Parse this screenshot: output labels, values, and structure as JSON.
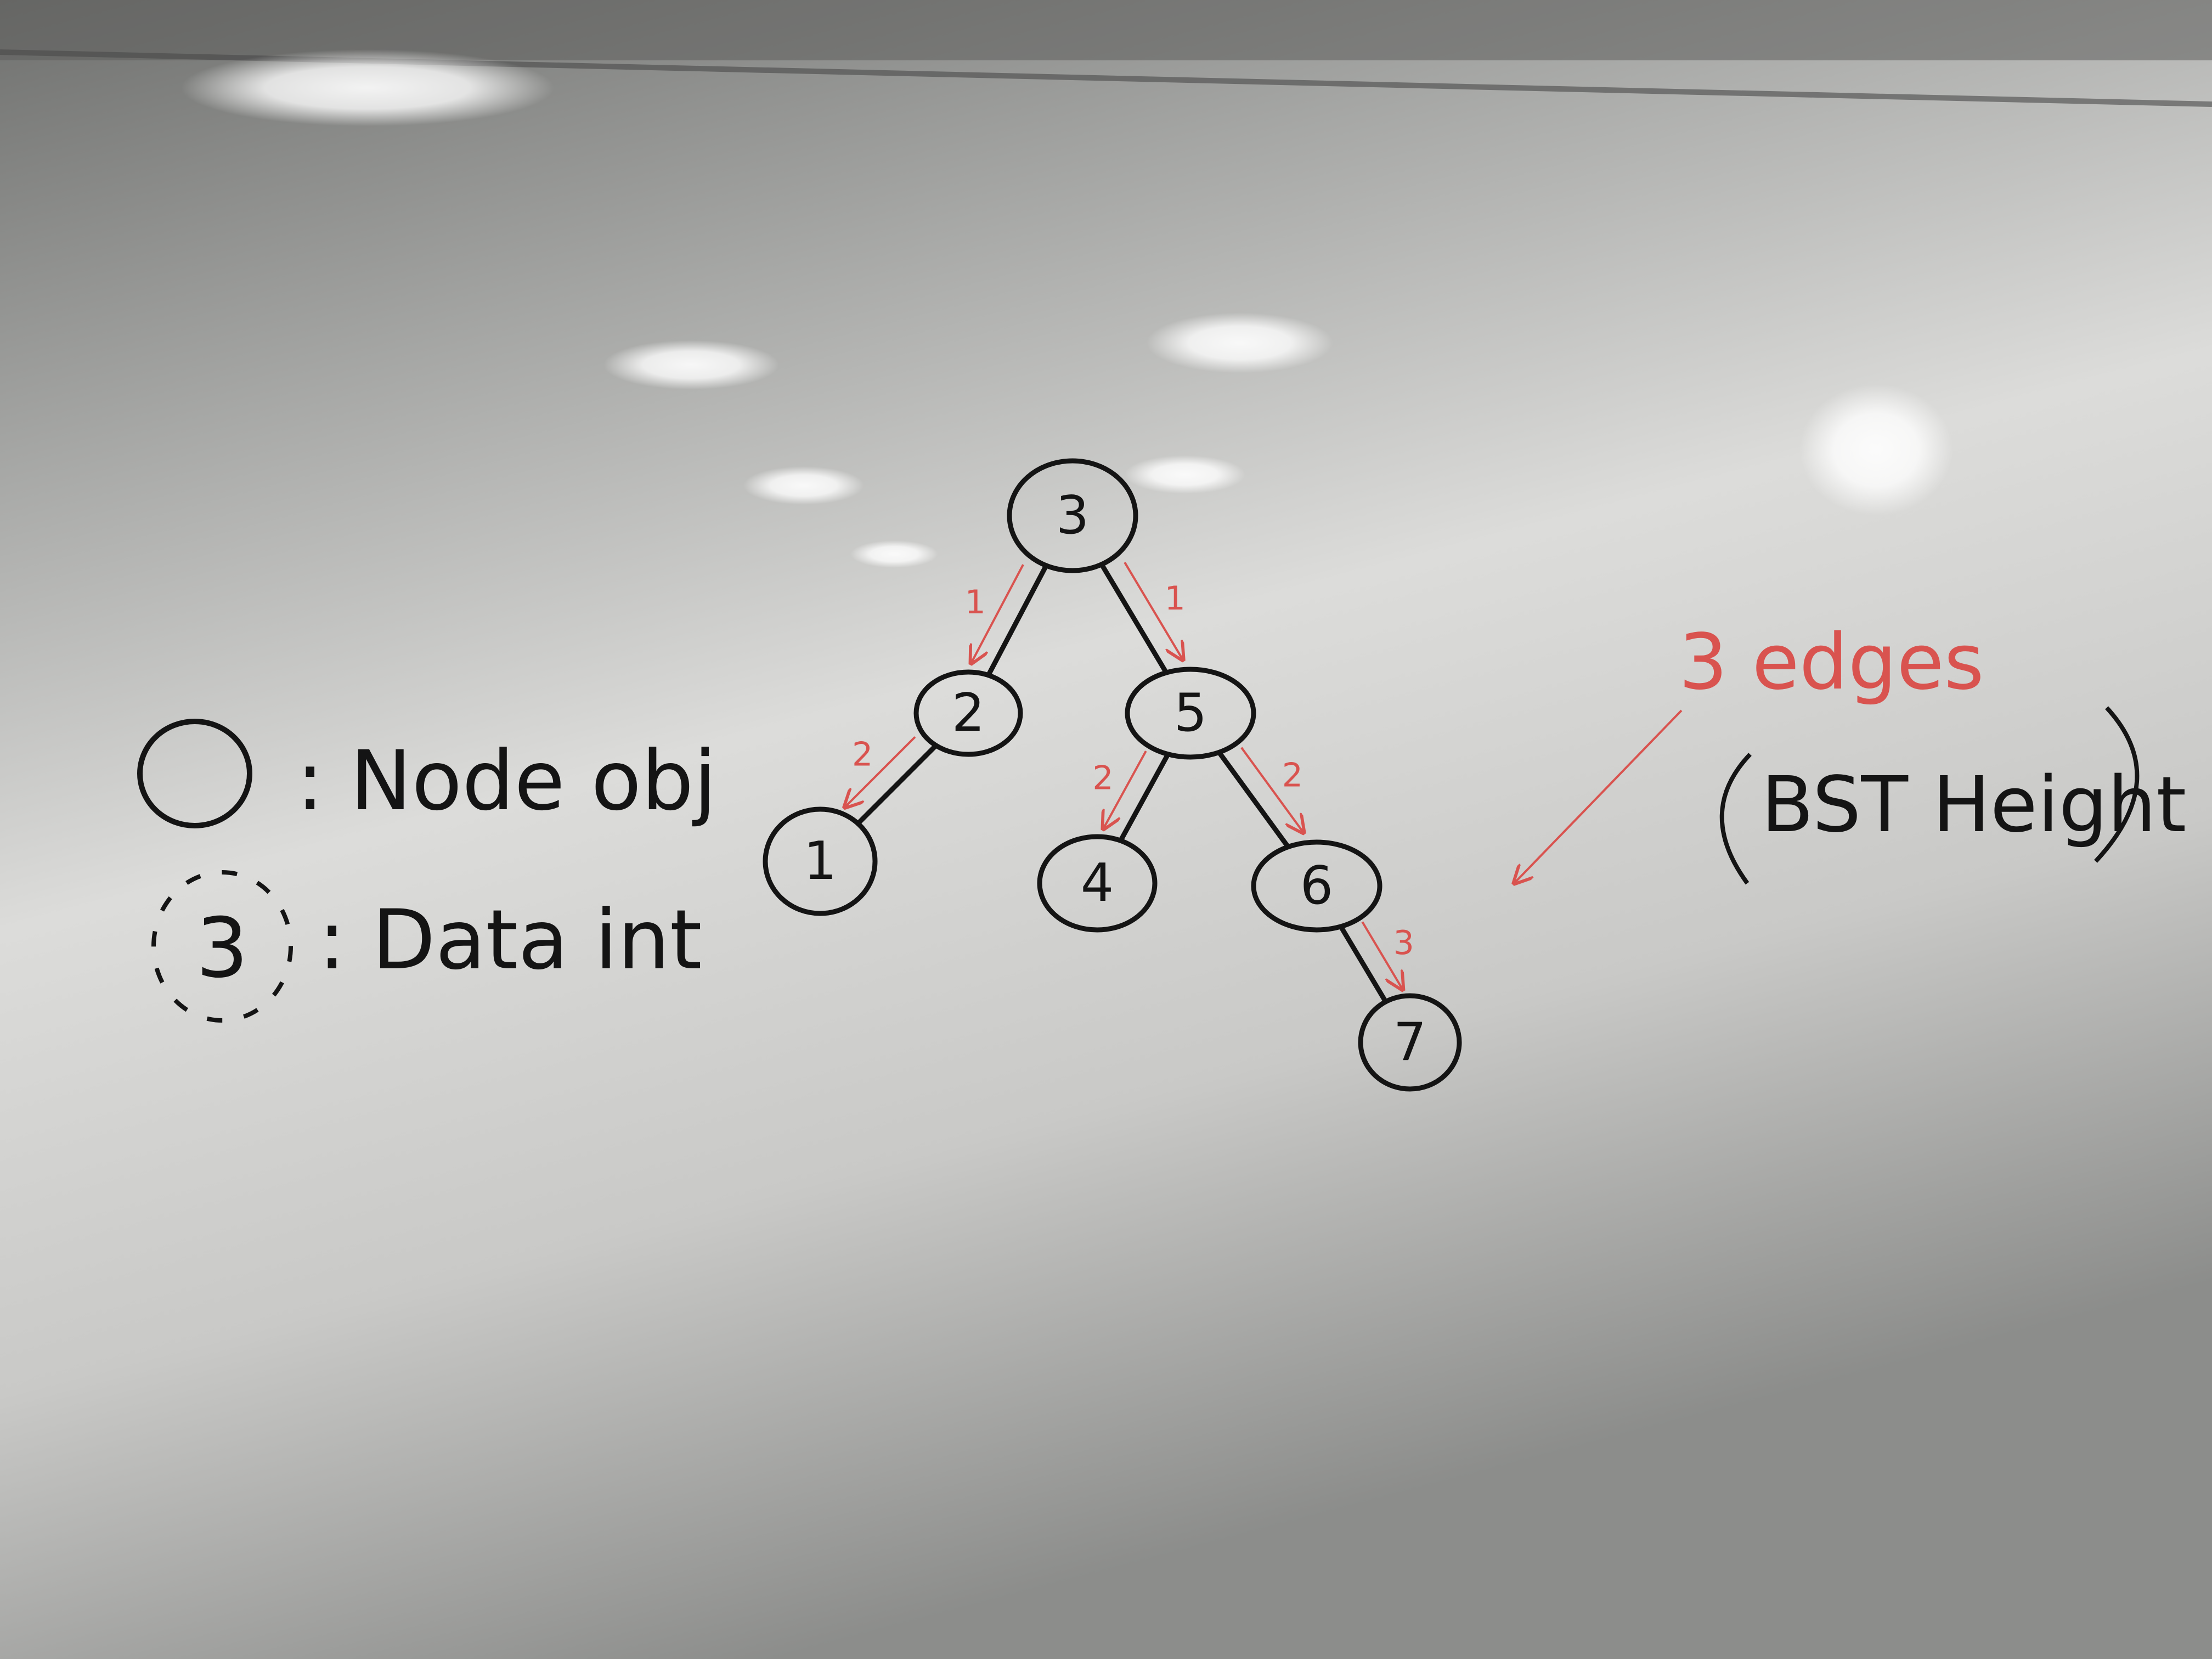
{
  "colors": {
    "ink": "#141414",
    "red_ink": "#d9534f",
    "board_light": "#e4e4e2",
    "board_mid": "#b9bab8",
    "board_dark": "#7d7e7c",
    "frame": "#5a5a5a"
  },
  "legend": {
    "solid_circle_label": ": Node obj",
    "dashed_circle_value": "3",
    "dashed_circle_label": ": Data int"
  },
  "tree": {
    "nodes": [
      {
        "id": "n3",
        "label": "3"
      },
      {
        "id": "n2",
        "label": "2"
      },
      {
        "id": "n5",
        "label": "5"
      },
      {
        "id": "n1",
        "label": "1"
      },
      {
        "id": "n4",
        "label": "4"
      },
      {
        "id": "n6",
        "label": "6"
      },
      {
        "id": "n7",
        "label": "7"
      }
    ],
    "edges": [
      {
        "from": "n3",
        "to": "n2",
        "depth_label": "1"
      },
      {
        "from": "n3",
        "to": "n5",
        "depth_label": "1"
      },
      {
        "from": "n2",
        "to": "n1",
        "depth_label": "2"
      },
      {
        "from": "n5",
        "to": "n4",
        "depth_label": "2"
      },
      {
        "from": "n5",
        "to": "n6",
        "depth_label": "2"
      },
      {
        "from": "n6",
        "to": "n7",
        "depth_label": "3"
      }
    ]
  },
  "annotation": {
    "edges_label": "3 edges",
    "height_label": "BST Height"
  }
}
